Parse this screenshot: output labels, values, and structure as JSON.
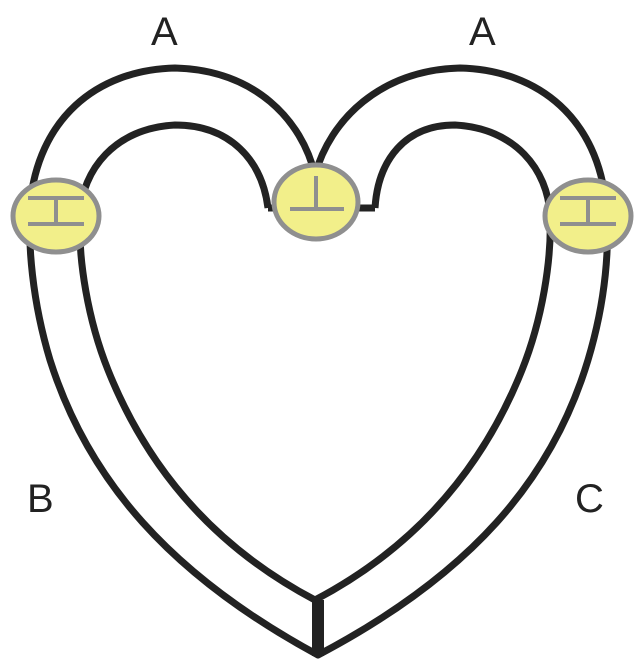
{
  "labels": {
    "a_left": "A",
    "a_right": "A",
    "b": "B",
    "c": "C"
  },
  "colors": {
    "stroke": "#222222",
    "highlight_fill": "#f2ef8a",
    "highlight_stroke": "#8f8f8f",
    "background": "#ffffff"
  }
}
